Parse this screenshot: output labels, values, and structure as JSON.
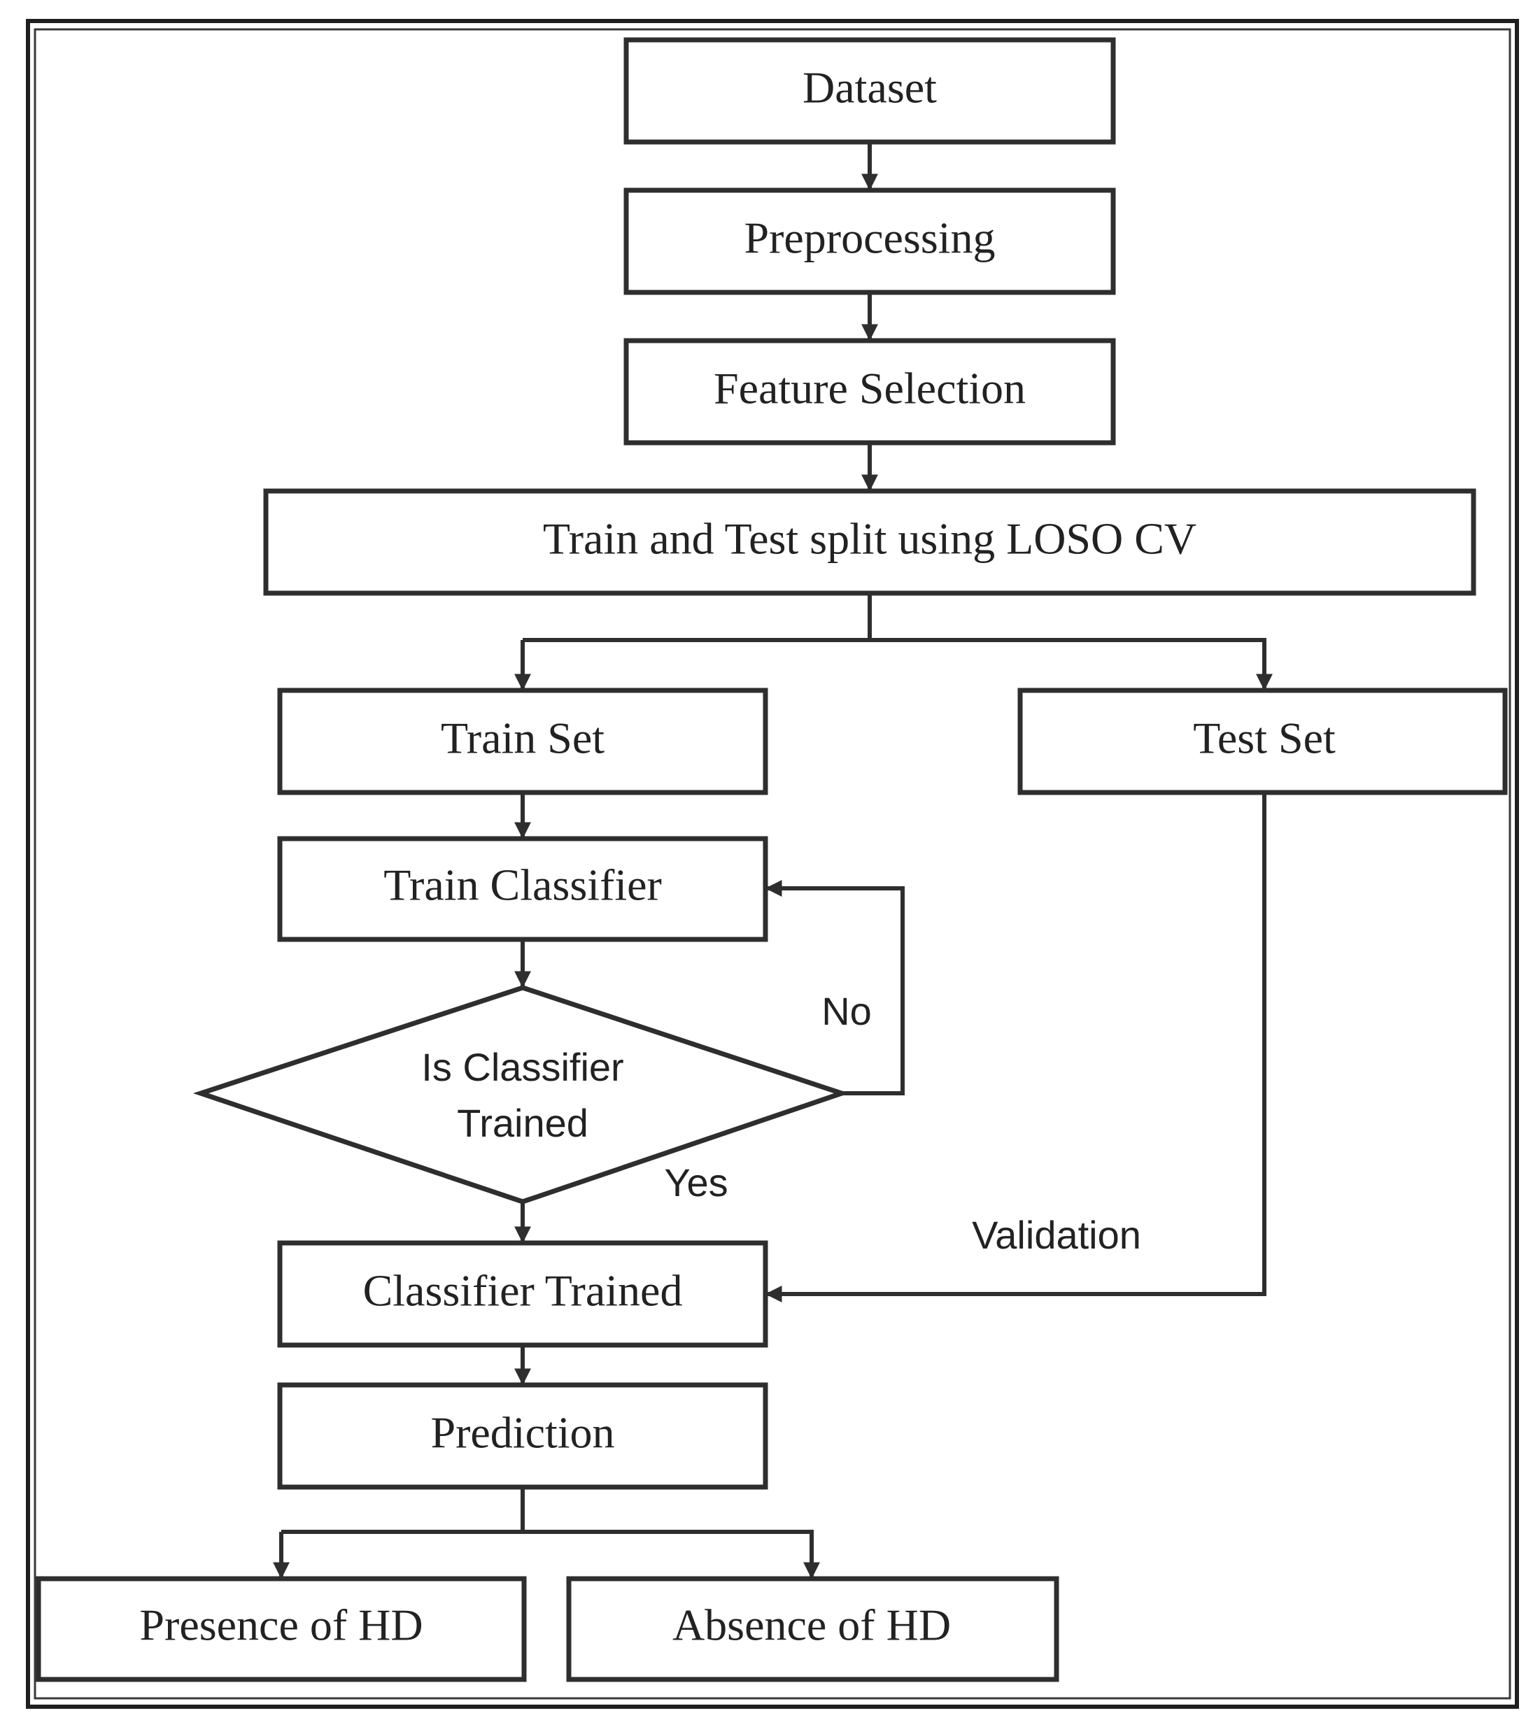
{
  "diagram": {
    "nodes": {
      "dataset": "Dataset",
      "preprocessing": "Preprocessing",
      "feature_selection": "Feature Selection",
      "split": "Train and Test split using LOSO CV",
      "train_set": "Train Set",
      "test_set": "Test Set",
      "train_classifier": "Train Classifier",
      "decision_line1": "Is Classifier",
      "decision_line2": "Trained",
      "classifier_trained": "Classifier Trained",
      "prediction": "Prediction",
      "presence": "Presence of HD",
      "absence": "Absence of HD"
    },
    "edge_labels": {
      "no": "No",
      "yes": "Yes",
      "validation": "Validation"
    },
    "colors": {
      "stroke": "#2e2e2e",
      "text": "#222222",
      "background": "#ffffff"
    }
  }
}
